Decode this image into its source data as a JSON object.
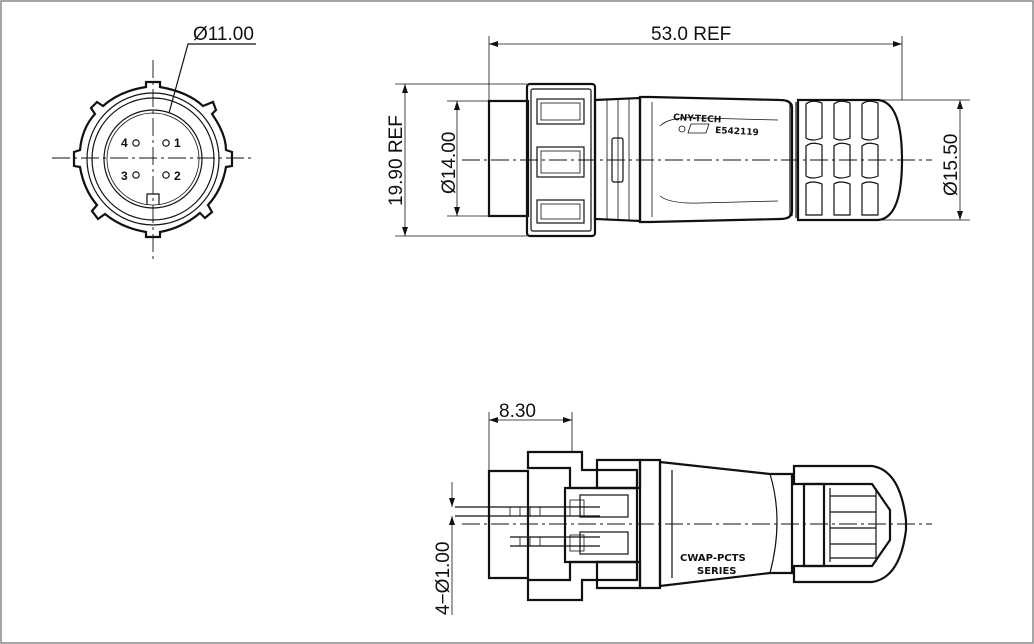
{
  "dimensions": {
    "front_diameter": "Ø11.00",
    "overall_length": "53.0 REF",
    "height_ref": "19.90 REF",
    "body_diameter": "Ø14.00",
    "gland_diameter": "Ø15.50",
    "section_length": "8.30",
    "pin_spec": "4−Ø1.00"
  },
  "pins": [
    "1",
    "2",
    "3",
    "4"
  ],
  "markings": {
    "brand": "CNY-TECH",
    "cert_code": "E542119",
    "series_line1": "CWAP-PCTS",
    "series_line2": "SERIES"
  }
}
